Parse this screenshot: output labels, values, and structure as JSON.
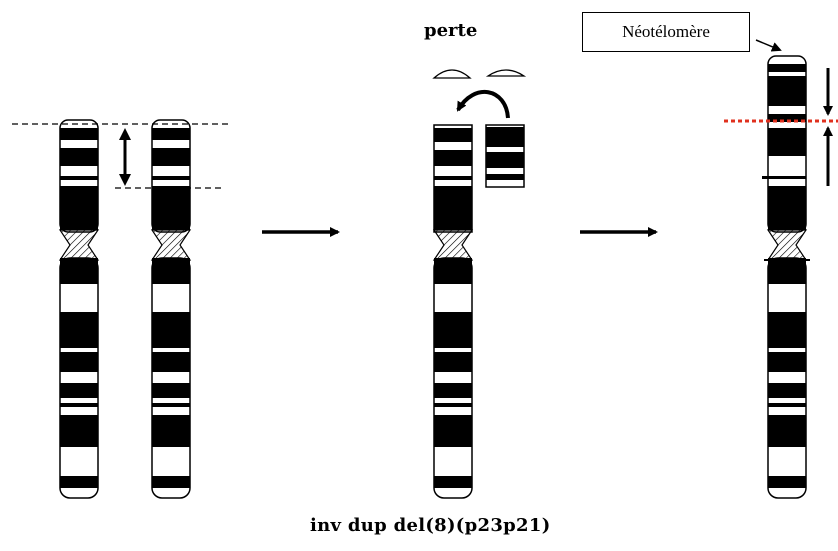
{
  "labels": {
    "loss": "perte",
    "neotelomere": "Néotélomère",
    "caption": "inv dup del(8)(p23p21)"
  },
  "colors": {
    "band_dark": "#000000",
    "outline": "#000000",
    "breakpoint_line": "#e0301e"
  },
  "icons": {
    "process_arrow": "right-arrow",
    "rotation_arrow": "curved-arrow",
    "duplication_marker": "double-headed-arrow"
  }
}
